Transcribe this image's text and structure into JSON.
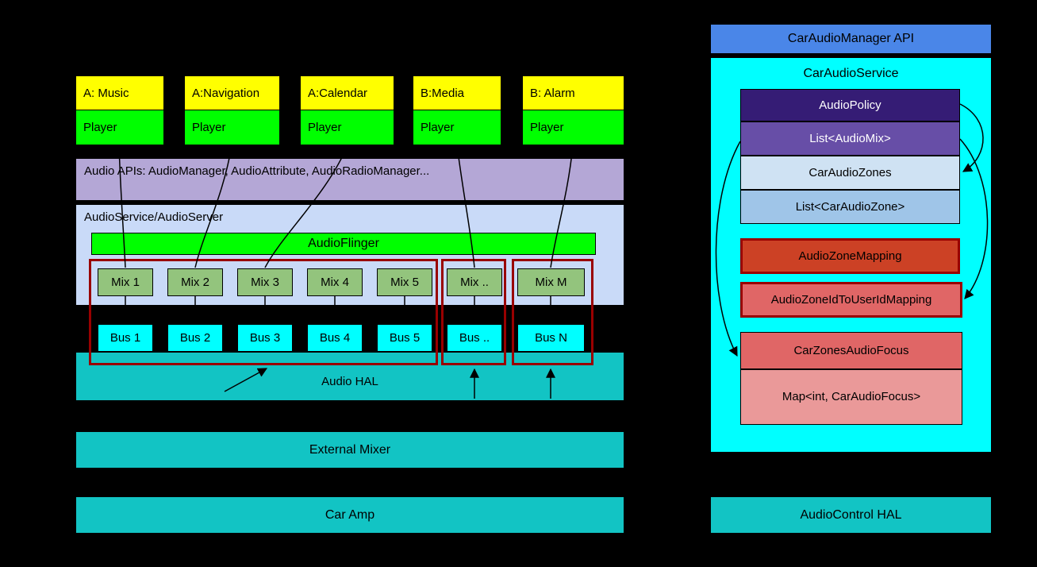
{
  "left": {
    "apps": [
      {
        "title": "A: Music",
        "sub": "Player"
      },
      {
        "title": "A:Navigation",
        "sub": "Player"
      },
      {
        "title": "A:Calendar",
        "sub": "Player"
      },
      {
        "title": "B:Media",
        "sub": "Player"
      },
      {
        "title": "B: Alarm",
        "sub": "Player"
      }
    ],
    "audio_apis_label": "Audio APIs: AudioManager, AudioAttribute, AudioRadioManager...",
    "audio_service_label": "AudioService/AudioServer",
    "audio_flinger_label": "AudioFlinger",
    "mixes": [
      "Mix 1",
      "Mix 2",
      "Mix 3",
      "Mix 4",
      "Mix 5",
      "Mix ..",
      "Mix M"
    ],
    "buses": [
      "Bus 1",
      "Bus 2",
      "Bus 3",
      "Bus 4",
      "Bus 5",
      "Bus ..",
      "Bus N"
    ],
    "audio_hal_label": "Audio HAL",
    "external_mixer_label": "External Mixer",
    "car_amp_label": "Car Amp"
  },
  "right": {
    "car_audio_manager_api_label": "CarAudioManager API",
    "car_audio_service_label": "CarAudioService",
    "audio_policy_label": "AudioPolicy",
    "list_audio_mix_label": "List<AudioMix>",
    "car_audio_zones_label": "CarAudioZones",
    "list_car_audio_zone_label": "List<CarAudioZone>",
    "audio_zone_mapping_label": "AudioZoneMapping",
    "audio_zone_id_to_user_id_mapping_label": "AudioZoneIdToUserIdMapping",
    "car_zones_audio_focus_label": "CarZonesAudioFocus",
    "map_car_audio_focus_label": "Map<int, CarAudioFocus>",
    "audio_control_hal_label": "AudioControl HAL"
  },
  "colors": {
    "background": "#000000",
    "app_title_yellow": "#ffff00",
    "player_green": "#00ff00",
    "audio_apis_purple": "#b4a7d6",
    "audio_service_blue": "#c9daf8",
    "audio_flinger_green": "#00ff00",
    "mix_green": "#93c47d",
    "bus_cyan": "#00ffff",
    "hal_teal": "#12c4c4",
    "group_border_dark_red": "#990000",
    "car_audio_manager_blue": "#4a86e8",
    "car_audio_service_cyan": "#00ffff",
    "audio_policy_dark_purple": "#351c75",
    "list_audio_mix_purple": "#674ea7",
    "car_audio_zones_light_blue": "#cfe2f3",
    "list_car_audio_zone_blue": "#9fc5e8",
    "audio_zone_mapping_red": "#cc4125",
    "user_id_mapping_red": "#e06666",
    "car_zones_audio_focus_red": "#e06666",
    "map_focus_pink": "#ea9999"
  }
}
